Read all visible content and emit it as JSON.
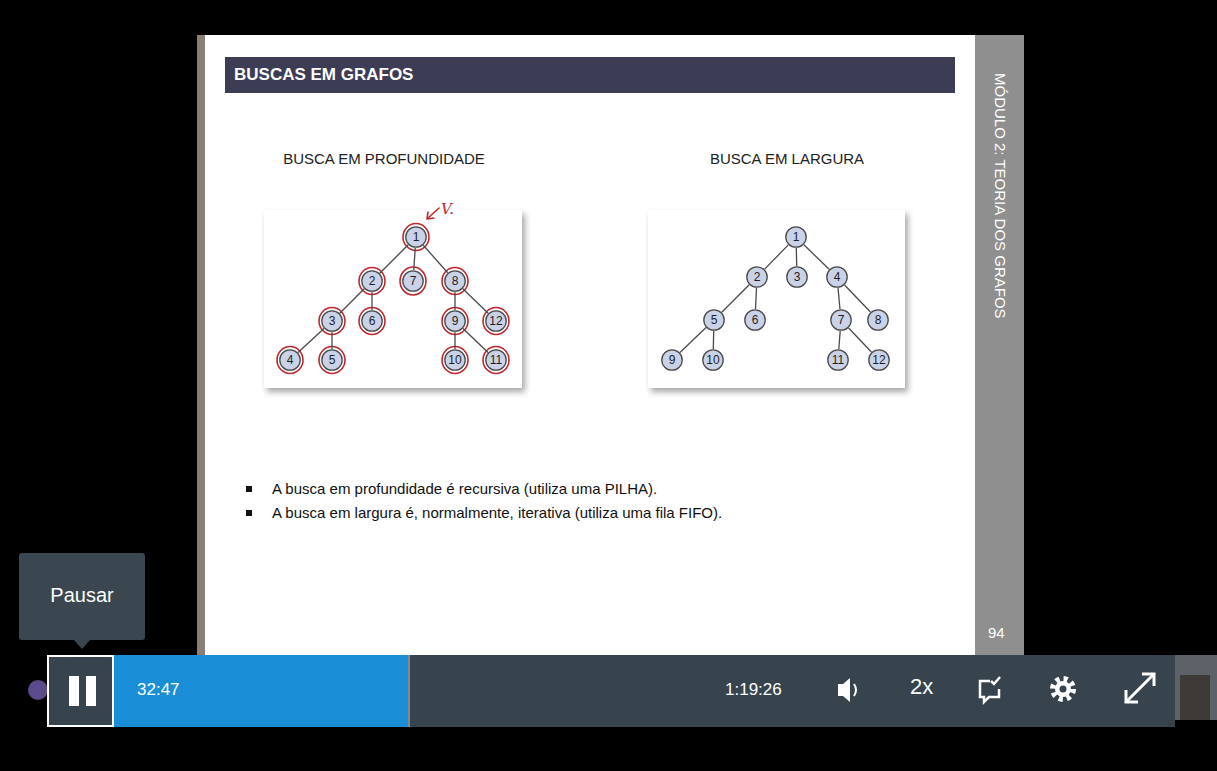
{
  "diagram": {
    "title": "BUSCAS EM GRAFOS",
    "nodes": [
      {
        "text": [
          "1"
        ]
      },
      {
        "text": [
          "2"
        ]
      },
      {
        "text": [
          "3"
        ]
      },
      {
        "text": [
          "4"
        ]
      },
      {
        "text": [
          "5"
        ]
      },
      {
        "text": [
          "6"
        ]
      },
      {
        "text": [
          "7"
        ]
      },
      {
        "text": [
          "8"
        ]
      },
      {
        "text": [
          "9"
        ]
      },
      {
        "text": [
          "10"
        ]
      },
      {
        "text": [
          "11"
        ]
      },
      {
        "text": [
          "12"
        ]
      },
      {
        "text": [
          "1"
        ]
      },
      {
        "text": [
          "2"
        ]
      },
      {
        "text": [
          "3"
        ]
      },
      {
        "text": [
          "4"
        ]
      },
      {
        "text": [
          "5"
        ]
      },
      {
        "text": [
          "6"
        ]
      },
      {
        "text": [
          "7"
        ]
      },
      {
        "text": [
          "8"
        ]
      },
      {
        "text": [
          "9"
        ]
      },
      {
        "text": [
          "10"
        ]
      },
      {
        "text": [
          "11"
        ]
      },
      {
        "text": [
          "12"
        ]
      }
    ],
    "edges": [
      {
        "from": 0,
        "to": 1,
        "arrow": "none"
      },
      {
        "from": 0,
        "to": 6,
        "arrow": "none"
      },
      {
        "from": 0,
        "to": 7,
        "arrow": "none"
      },
      {
        "from": 1,
        "to": 2,
        "arrow": "none"
      },
      {
        "from": 1,
        "to": 5,
        "arrow": "none"
      },
      {
        "from": 2,
        "to": 3,
        "arrow": "none"
      },
      {
        "from": 2,
        "to": 4,
        "arrow": "none"
      },
      {
        "from": 7,
        "to": 8,
        "arrow": "none"
      },
      {
        "from": 7,
        "to": 11,
        "arrow": "none"
      },
      {
        "from": 8,
        "to": 9,
        "arrow": "none"
      },
      {
        "from": 8,
        "to": 10,
        "arrow": "none"
      },
      {
        "from": 12,
        "to": 13,
        "arrow": "none"
      },
      {
        "from": 12,
        "to": 14,
        "arrow": "none"
      },
      {
        "from": 12,
        "to": 15,
        "arrow": "none"
      },
      {
        "from": 13,
        "to": 16,
        "arrow": "none"
      },
      {
        "from": 13,
        "to": 17,
        "arrow": "none"
      },
      {
        "from": 16,
        "to": 20,
        "arrow": "none"
      },
      {
        "from": 16,
        "to": 21,
        "arrow": "none"
      },
      {
        "from": 15,
        "to": 18,
        "arrow": "none"
      },
      {
        "from": 15,
        "to": 19,
        "arrow": "none"
      },
      {
        "from": 18,
        "to": 22,
        "arrow": "none"
      },
      {
        "from": 18,
        "to": 23,
        "arrow": "none"
      }
    ],
    "labels": [
      "V.",
      "MÓDULO 2: TEORIA DOS GRAFOS",
      "94",
      "BUSCA EM PROFUNDIDADE",
      "BUSCA EM LARGURA",
      "A busca em profundidade é recursiva (utiliza uma PILHA).",
      "A busca em largura é, normalmente, iterativa (utiliza uma fila FIFO).",
      "Pausar",
      "32:47",
      "1:19:26",
      "2x"
    ]
  }
}
